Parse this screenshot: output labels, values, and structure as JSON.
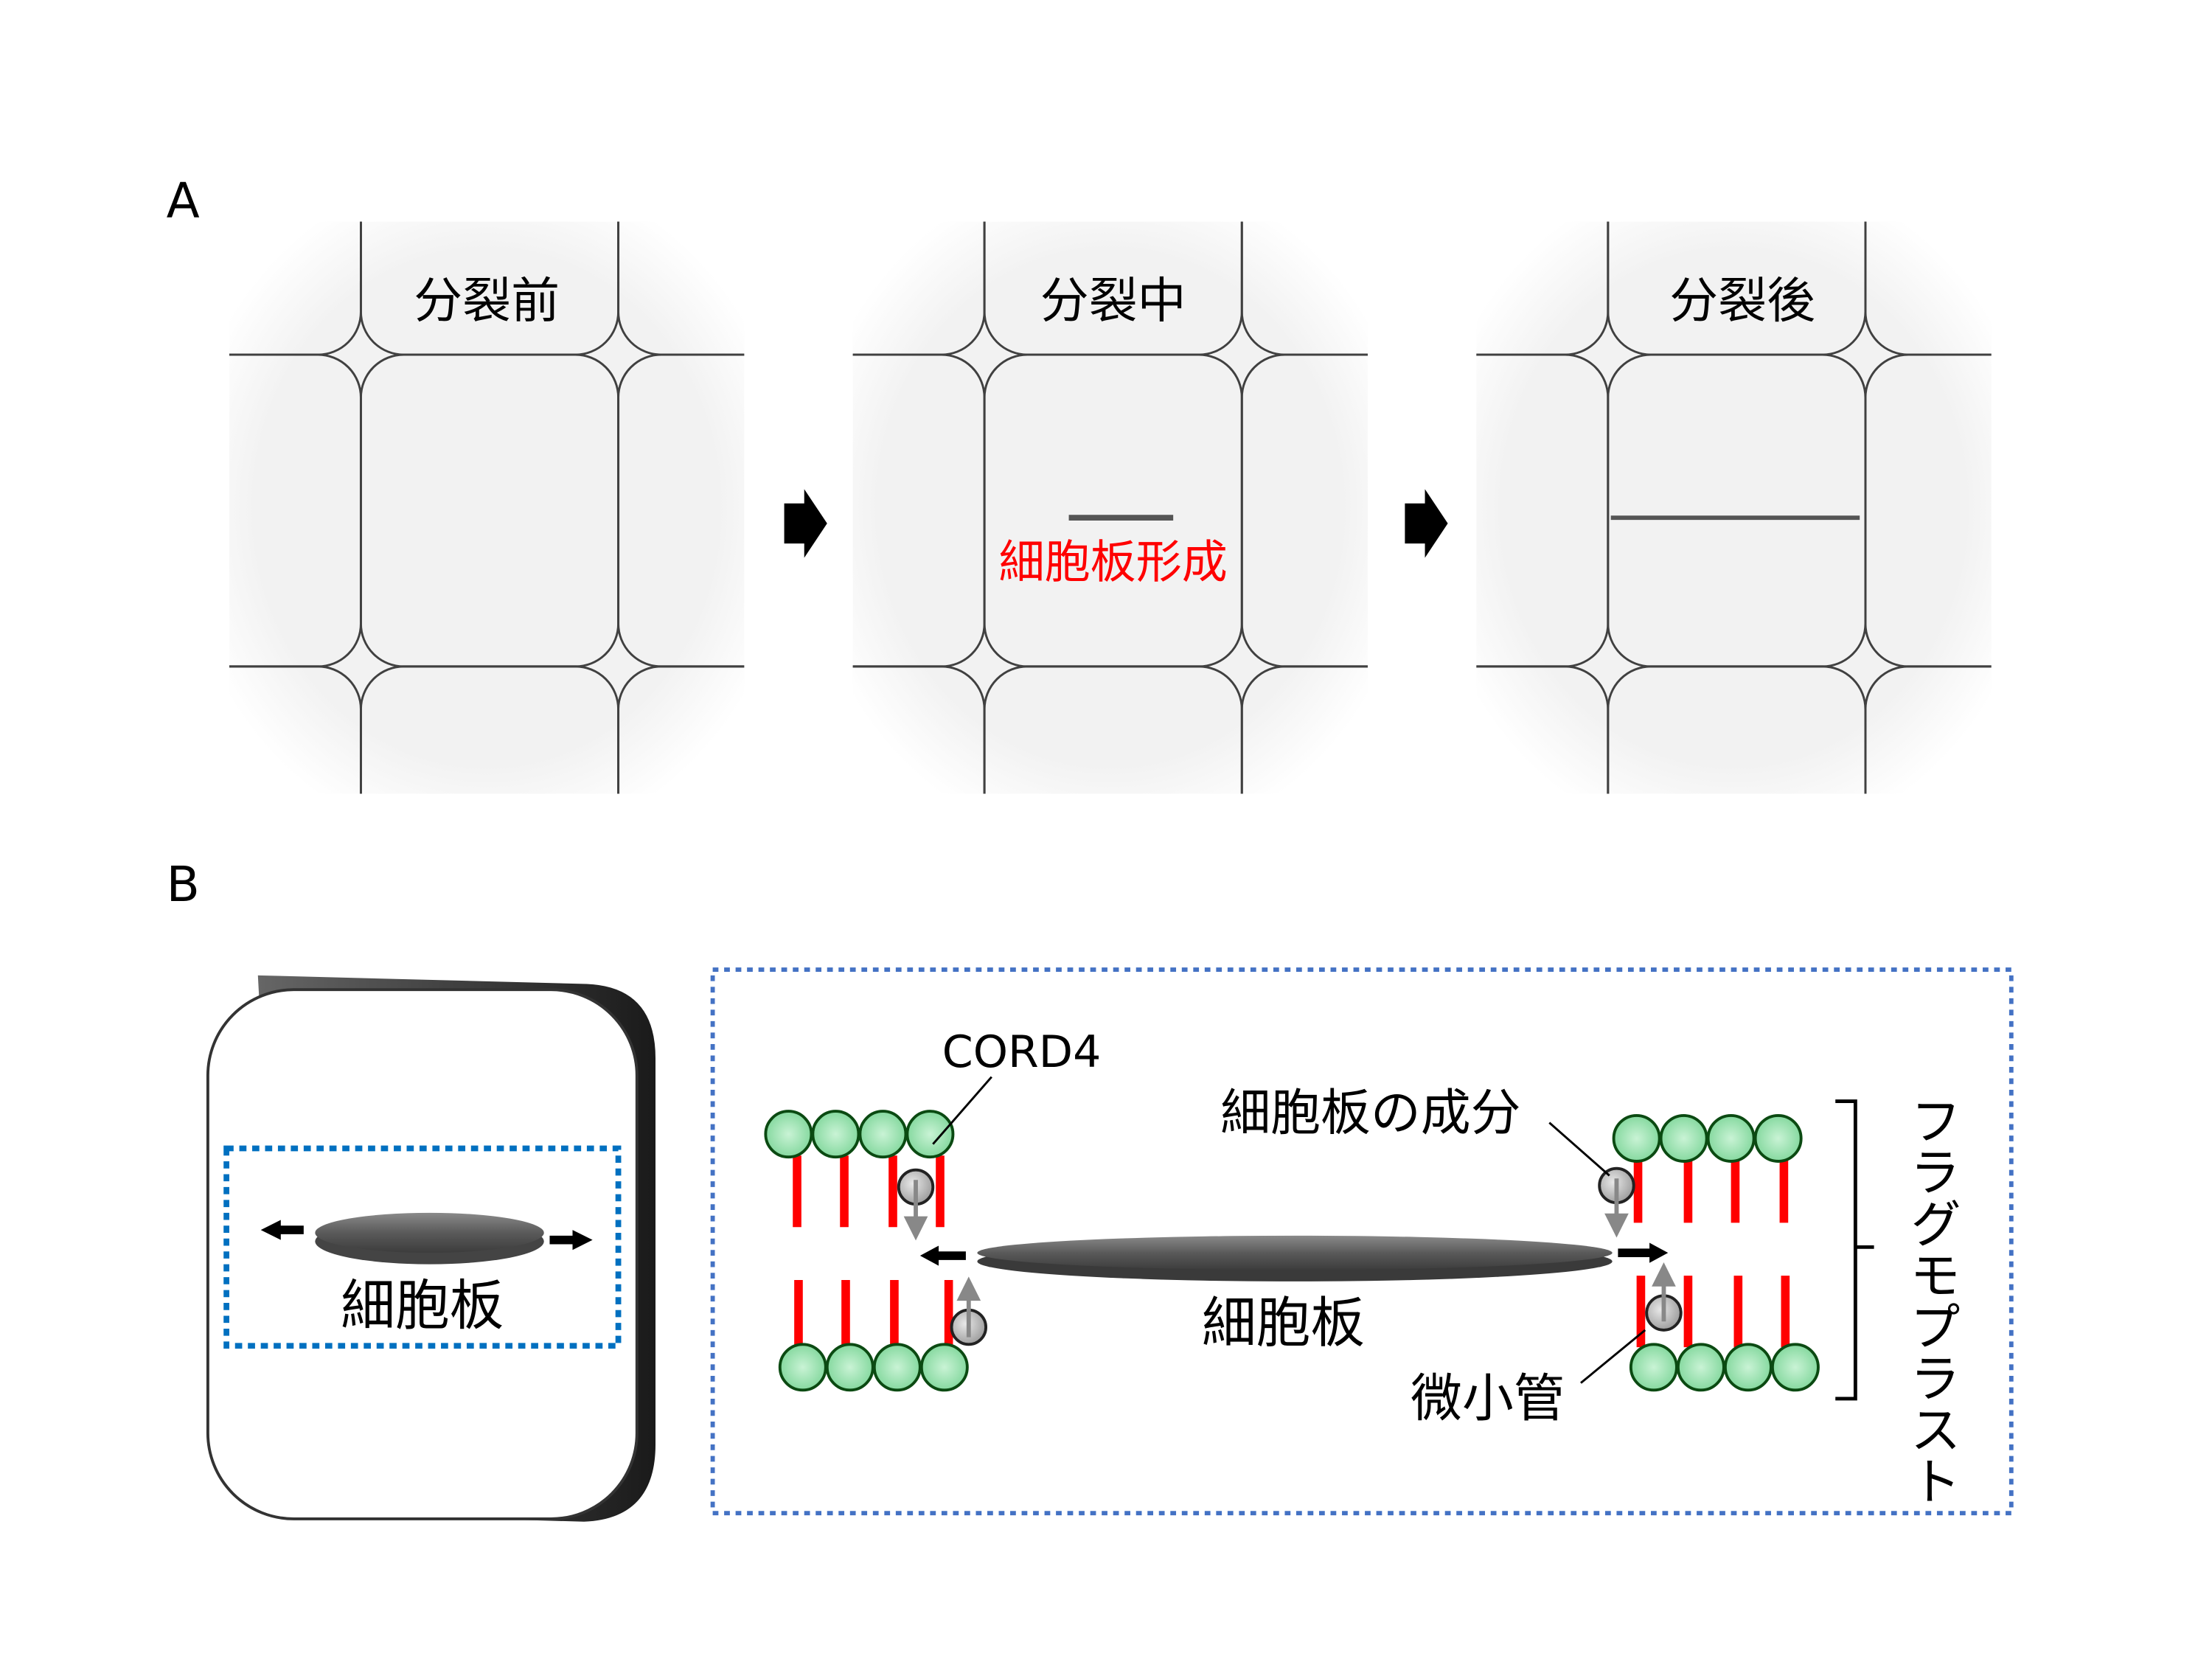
{
  "panel_a": {
    "label": "A",
    "stages": [
      {
        "title": "分裂前"
      },
      {
        "title": "分裂中",
        "annotation": "細胞板形成"
      },
      {
        "title": "分裂後"
      }
    ]
  },
  "panel_b": {
    "label": "B",
    "cell_label": "細胞板",
    "detail": {
      "cord4": "CORD4",
      "components": "細胞板の成分",
      "cell_plate": "細胞板",
      "microtubule": "微小管",
      "phragmoplast": "フラグモプラスト"
    }
  },
  "colors": {
    "annotation_red": "#ff0000",
    "dotted_blue": "#0070c0",
    "frame_blue": "#4472c4",
    "lipid_green": "#a8e6b8",
    "lipid_tail_red": "#ff0000"
  }
}
